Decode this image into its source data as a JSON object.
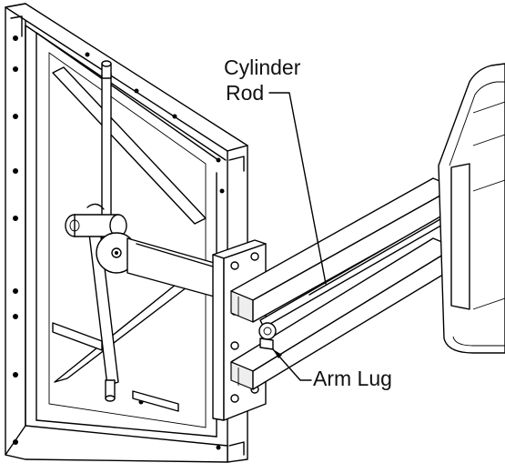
{
  "labels": {
    "cylinder_rod_line1": "Cylinder",
    "cylinder_rod_line2": "Rod",
    "arm_lug": "Arm Lug"
  }
}
